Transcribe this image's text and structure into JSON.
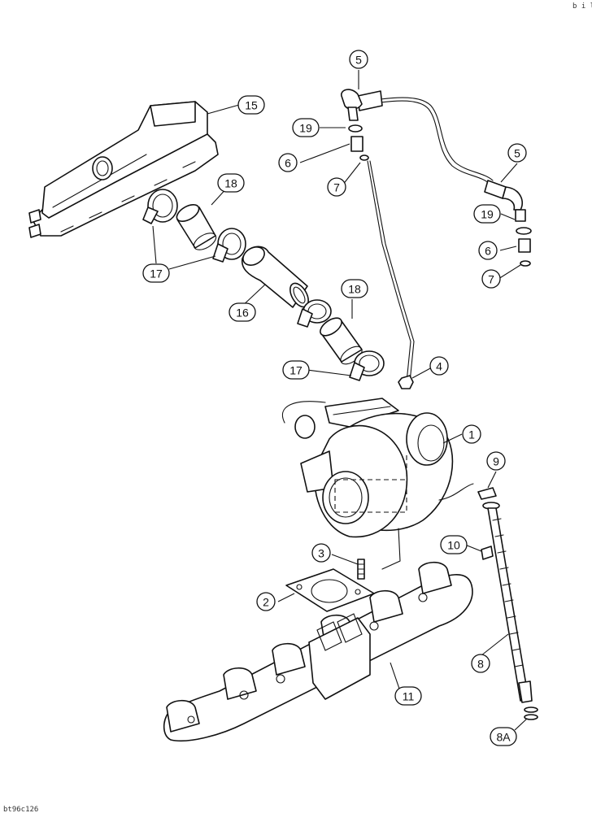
{
  "corner_code_top": "b i l l",
  "corner_code_bottom": "bt96c126",
  "callouts": [
    {
      "key": "c15",
      "label": "15"
    },
    {
      "key": "c5a",
      "label": "5"
    },
    {
      "key": "c19a",
      "label": "19"
    },
    {
      "key": "c6a",
      "label": "6"
    },
    {
      "key": "c7a",
      "label": "7"
    },
    {
      "key": "c5b",
      "label": "5"
    },
    {
      "key": "c19b",
      "label": "19"
    },
    {
      "key": "c6b",
      "label": "6"
    },
    {
      "key": "c7b",
      "label": "7"
    },
    {
      "key": "c18a",
      "label": "18"
    },
    {
      "key": "c17a",
      "label": "17"
    },
    {
      "key": "c16",
      "label": "16"
    },
    {
      "key": "c18b",
      "label": "18"
    },
    {
      "key": "c17b",
      "label": "17"
    },
    {
      "key": "c4",
      "label": "4"
    },
    {
      "key": "c1",
      "label": "1"
    },
    {
      "key": "c9",
      "label": "9"
    },
    {
      "key": "c10",
      "label": "10"
    },
    {
      "key": "c3",
      "label": "3"
    },
    {
      "key": "c2",
      "label": "2"
    },
    {
      "key": "c8",
      "label": "8"
    },
    {
      "key": "c11",
      "label": "11"
    },
    {
      "key": "c8a",
      "label": "8A"
    }
  ]
}
